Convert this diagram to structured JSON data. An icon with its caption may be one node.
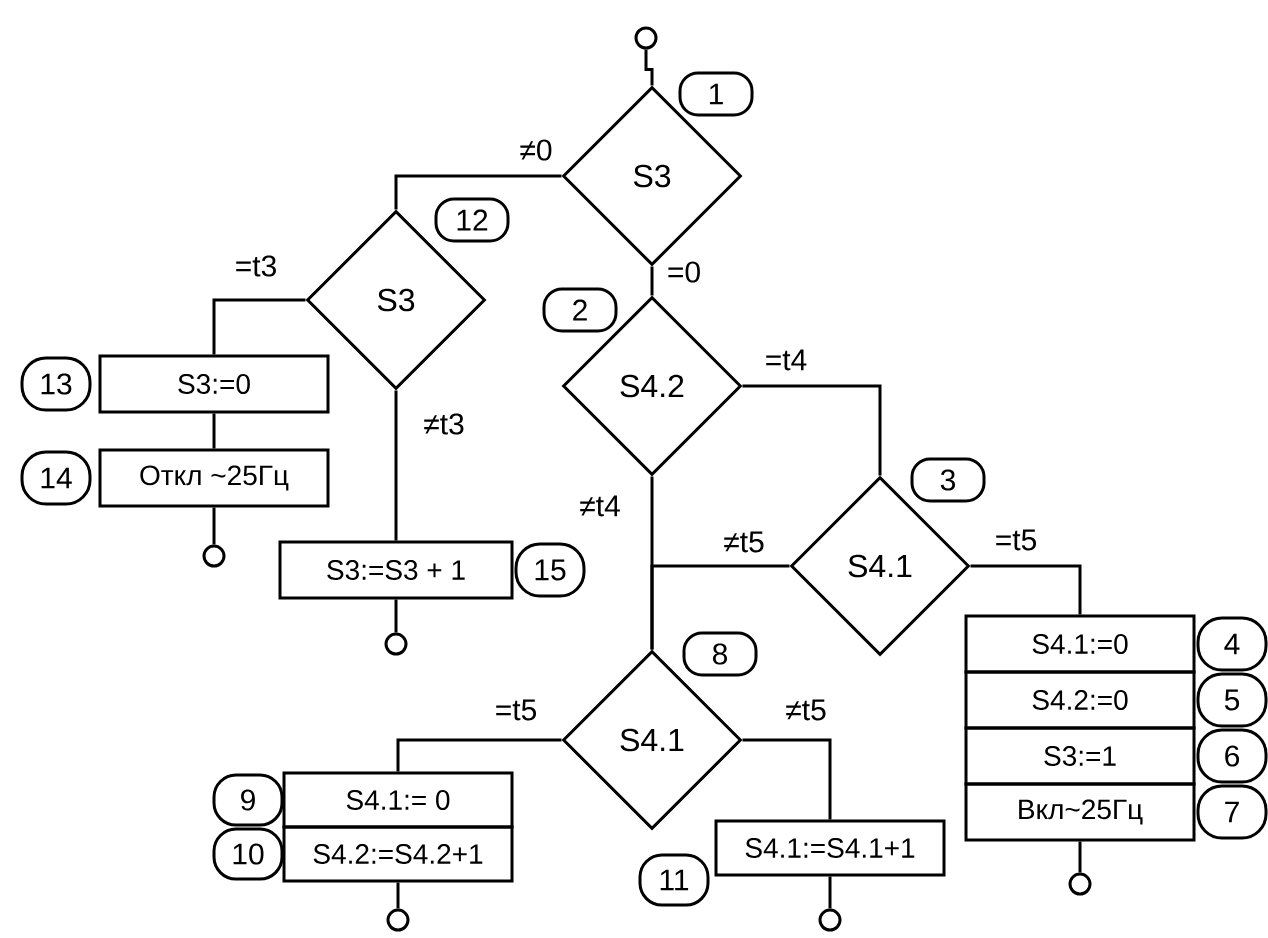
{
  "diagram": {
    "nodes": [
      {
        "text": [],
        "shape": "circle"
      },
      {
        "text": [
          "S3"
        ],
        "beside": [
          "1"
        ]
      },
      {
        "text": [
          "S3"
        ],
        "beside": [
          "12"
        ]
      },
      {
        "text": [
          "S4.2"
        ],
        "beside": [
          "2"
        ]
      },
      {
        "text": [
          "S4.1"
        ],
        "beside": [
          "3"
        ]
      },
      {
        "text": [
          "S4.1:=0"
        ],
        "beside": [
          "4"
        ]
      },
      {
        "text": [
          "S4.2:=0"
        ],
        "beside": [
          "5"
        ]
      },
      {
        "text": [
          "S3:=1"
        ],
        "beside": [
          "6"
        ]
      },
      {
        "text": [
          "Вкл~25Гц"
        ],
        "beside": [
          "7"
        ]
      },
      {
        "text": [],
        "shape": "circle"
      },
      {
        "text": [
          "S4.1"
        ],
        "beside": [
          "8"
        ]
      },
      {
        "text": [
          "S4.1:= 0"
        ],
        "beside": [
          "9"
        ]
      },
      {
        "text": [
          "S4.2:=S4.2+1"
        ],
        "beside": [
          "10"
        ]
      },
      {
        "text": [],
        "shape": "circle"
      },
      {
        "text": [
          "S4.1:=S4.1+1"
        ],
        "beside": [
          "11"
        ]
      },
      {
        "text": [],
        "shape": "circle"
      },
      {
        "text": [
          "S3:=0"
        ],
        "beside": [
          "13"
        ]
      },
      {
        "text": [
          "Откл ~25Гц"
        ],
        "beside": [
          "14"
        ]
      },
      {
        "text": [],
        "shape": "circle"
      },
      {
        "text": [
          "S3:=S3 + 1"
        ],
        "beside": [
          "15"
        ]
      },
      {
        "text": [],
        "shape": "circle"
      }
    ],
    "edges": [
      {
        "from": 0,
        "to": 1,
        "arrow": "none"
      },
      {
        "from": 1,
        "to": 2,
        "arrow": "none",
        "label": "≠0"
      },
      {
        "from": 1,
        "to": 3,
        "arrow": "none",
        "label": "=0"
      },
      {
        "from": 2,
        "to": 16,
        "arrow": "none",
        "label": "=t3"
      },
      {
        "from": 16,
        "to": 17,
        "arrow": "none"
      },
      {
        "from": 17,
        "to": 18,
        "arrow": "none"
      },
      {
        "from": 2,
        "to": 19,
        "arrow": "none",
        "label": "≠t3"
      },
      {
        "from": 19,
        "to": 20,
        "arrow": "none"
      },
      {
        "from": 3,
        "to": 4,
        "arrow": "none",
        "label": "=t4"
      },
      {
        "from": 3,
        "to": 10,
        "arrow": "none",
        "label": "≠t4"
      },
      {
        "from": 4,
        "to": 10,
        "arrow": "none",
        "label": "≠t5"
      },
      {
        "from": 4,
        "to": 5,
        "arrow": "none",
        "label": "=t5"
      },
      {
        "from": 8,
        "to": 9,
        "arrow": "none"
      },
      {
        "from": 10,
        "to": 11,
        "arrow": "none",
        "label": "=t5"
      },
      {
        "from": 10,
        "to": 14,
        "arrow": "none",
        "label": "≠t5"
      },
      {
        "from": 12,
        "to": 13,
        "arrow": "none"
      },
      {
        "from": 14,
        "to": 15,
        "arrow": "none"
      }
    ]
  }
}
